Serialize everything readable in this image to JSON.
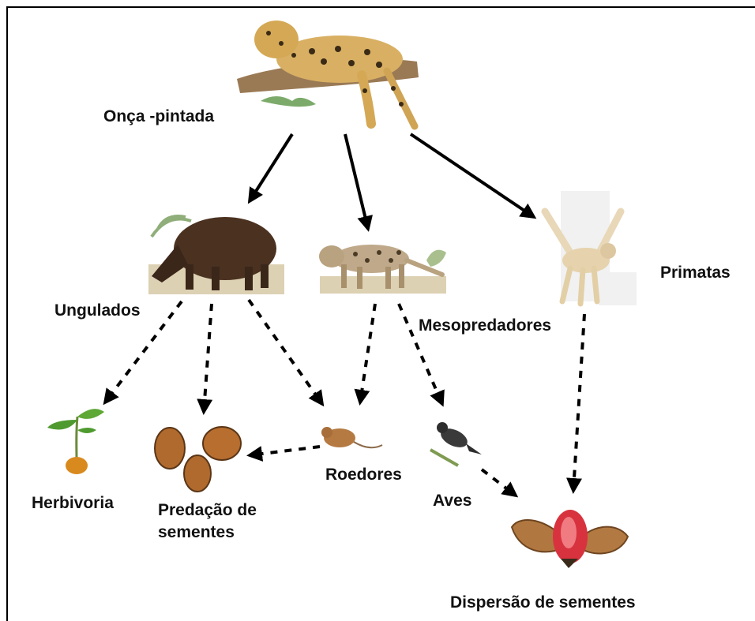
{
  "labels": {
    "apex": "Onça -pintada",
    "ungulates": "Ungulados",
    "mesopredators": "Mesopredadores",
    "primates": "Primatas",
    "herbivory": "Herbivoria",
    "seed_predation_1": "Predação de",
    "seed_predation_2": "sementes",
    "rodents": "Roedores",
    "birds": "Aves",
    "seed_dispersal": "Dispersão de sementes"
  }
}
